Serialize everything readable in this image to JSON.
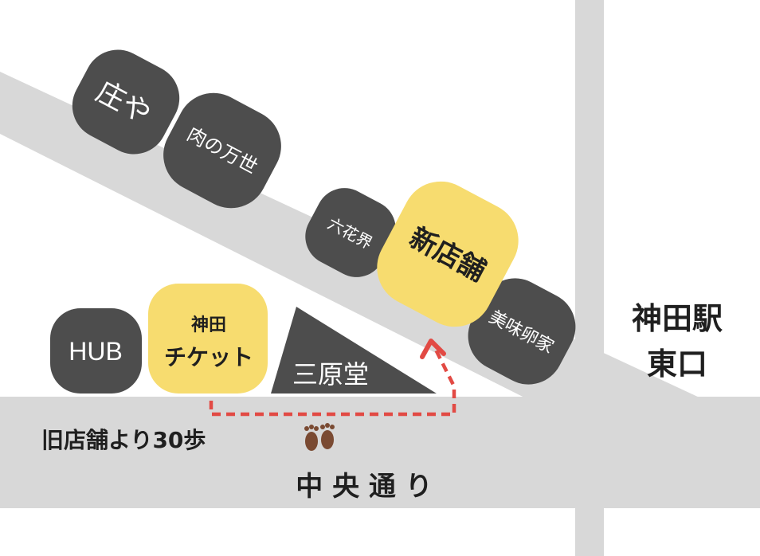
{
  "colors": {
    "road": "#d8d8d8",
    "building_dark": "#4d4d4d",
    "building_highlight": "#f7dc6f",
    "route": "#e24a44",
    "text_dark": "#1f1f1f",
    "text_light": "#ffffff"
  },
  "shops": {
    "shoya": "庄や",
    "nikunomansei": "肉の万世",
    "rikkakai": "六花界",
    "new_store": "新店舗",
    "biomiranka": "美味卵家",
    "hub": "HUB",
    "kanda_ticket_line1": "神田",
    "kanda_ticket_line2": "チケット",
    "sanseido": "三原堂"
  },
  "station": {
    "line1": "神田駅",
    "line2": "東口"
  },
  "road": {
    "name": "中 央 通 り"
  },
  "route_note": {
    "text": "旧店舗より30歩",
    "icon": "footprints-icon"
  }
}
